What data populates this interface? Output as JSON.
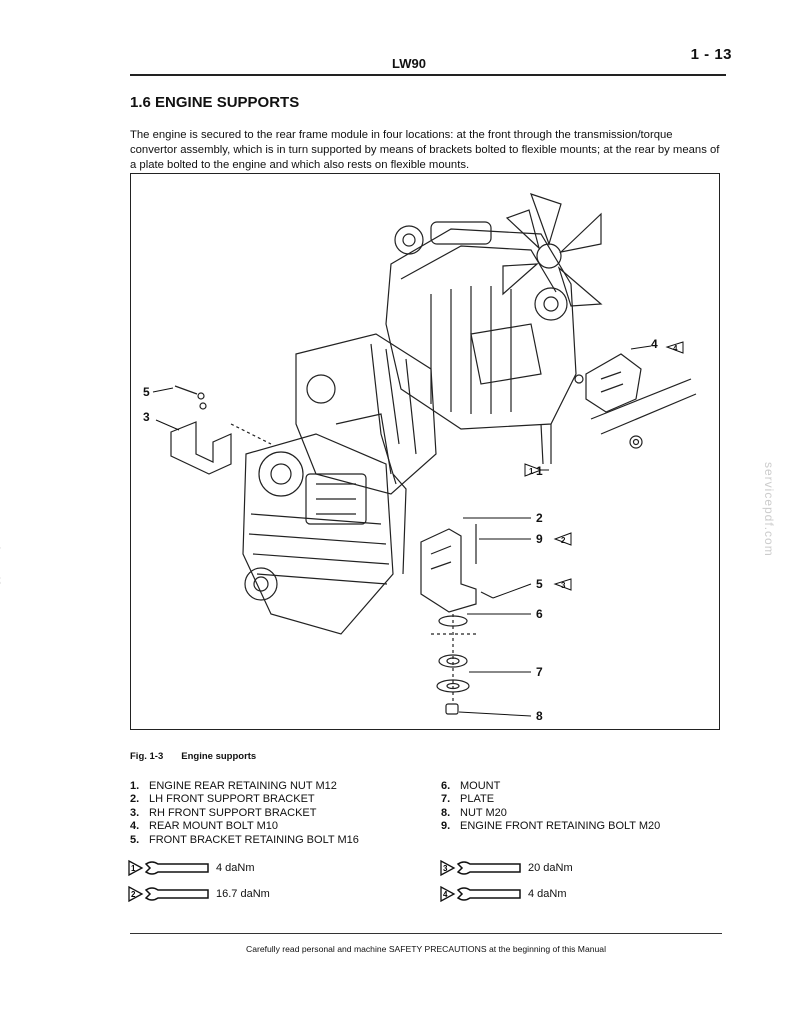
{
  "header": {
    "page_number": "1 - 13",
    "title": "LW90"
  },
  "section": {
    "title": "1.6  ENGINE SUPPORTS",
    "intro": "The engine is secured to the rear frame module in four locations: at the front through the transmission/torque convertor assembly, which is in turn supported by means of brackets bolted to flexible mounts; at the rear by means of a plate bolted to the engine and which also rests on flexible mounts."
  },
  "figure": {
    "number": "Fig. 1-3",
    "title": "Engine supports",
    "callouts": [
      "1",
      "2",
      "3",
      "4",
      "5",
      "5",
      "6",
      "7",
      "8",
      "9"
    ],
    "torque_markers": [
      "1",
      "2",
      "3",
      "4"
    ]
  },
  "parts": {
    "left": [
      {
        "num": "1.",
        "name": "ENGINE REAR RETAINING NUT M12"
      },
      {
        "num": "2.",
        "name": "LH FRONT SUPPORT BRACKET"
      },
      {
        "num": "3.",
        "name": "RH FRONT SUPPORT BRACKET"
      },
      {
        "num": "4.",
        "name": "REAR MOUNT BOLT M10"
      },
      {
        "num": "5.",
        "name": "FRONT BRACKET RETAINING BOLT M16"
      }
    ],
    "right": [
      {
        "num": "6.",
        "name": "MOUNT"
      },
      {
        "num": "7.",
        "name": "PLATE"
      },
      {
        "num": "8.",
        "name": "NUT M20"
      },
      {
        "num": "9.",
        "name": "ENGINE FRONT RETAINING BOLT M20"
      }
    ]
  },
  "torque": [
    {
      "marker": "1",
      "value": "4 daNm"
    },
    {
      "marker": "2",
      "value": "16.7 daNm"
    },
    {
      "marker": "3",
      "value": "20 daNm"
    },
    {
      "marker": "4",
      "value": "4 daNm"
    }
  ],
  "footer": {
    "text": "Carefully read personal and machine SAFETY PRECAUTIONS at the beginning of this Manual"
  },
  "watermark": "servicepdf.com"
}
